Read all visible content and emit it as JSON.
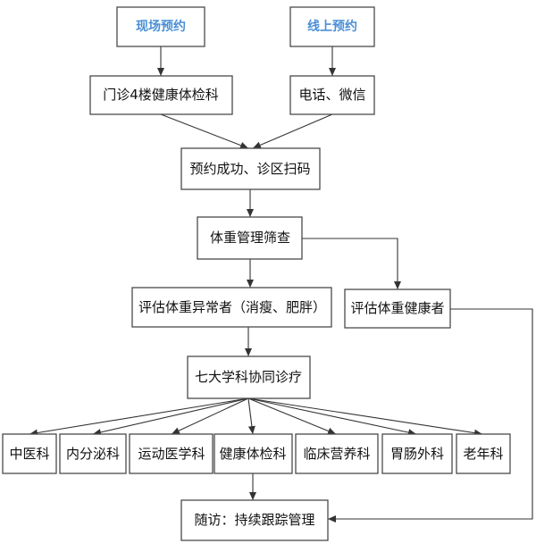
{
  "nodes": {
    "onsite": "现场预约",
    "online": "线上预约",
    "clinic": "门诊4楼健康体检科",
    "phone": "电话、微信",
    "scan": "预约成功、诊区扫码",
    "screen": "体重管理筛查",
    "abnormal": "评估体重异常者（消瘦、肥胖）",
    "healthy": "评估体重健康者",
    "mdt": "七大学科协同诊疗",
    "tcm": "中医科",
    "endo": "内分泌科",
    "sports": "运动医学科",
    "checkup": "健康体检科",
    "nutrition": "临床营养科",
    "gi": "胃肠外科",
    "geriatric": "老年科",
    "followup": "随访：持续跟踪管理"
  },
  "colors": {
    "accent": "#4a8fd6",
    "border": "#4a4a4a",
    "text": "#111111",
    "line": "#333333"
  }
}
